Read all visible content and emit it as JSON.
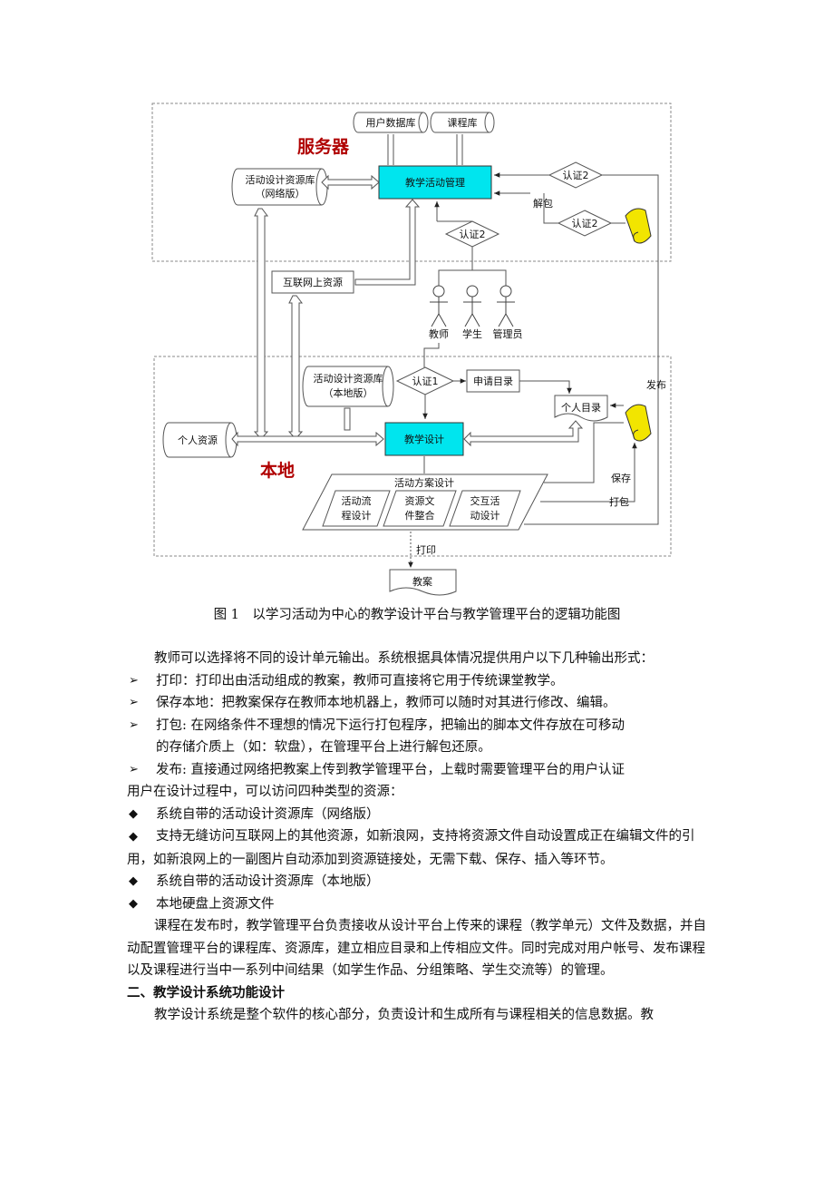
{
  "diagram": {
    "server_title": "服务器",
    "local_title": "本地",
    "user_db": "用户数据库",
    "course_db": "课程库",
    "teaching_mgmt": "教学活动管理",
    "res_net_line1": "活动设计资源库",
    "res_net_line2": "（网络版）",
    "auth2_right_top": "认证2",
    "unpack": "解包",
    "auth2_right_bottom": "认证2",
    "auth2_center": "认证2",
    "internet_res": "互联网上资源",
    "teacher": "教师",
    "student": "学生",
    "admin": "管理员",
    "res_local_line1": "活动设计资源库",
    "res_local_line2": "（本地版）",
    "auth1": "认证1",
    "apply_dir": "申请目录",
    "personal_dir": "个人目录",
    "publish": "发布",
    "personal_res": "个人资源",
    "teaching_design": "教学设计",
    "save": "保存",
    "activity_plan": "活动方案设计",
    "flow_line1": "活动流",
    "flow_line2": "程设计",
    "res_line1": "资源文",
    "res_line2": "件整合",
    "inter_line1": "交互活",
    "inter_line2": "动设计",
    "pack": "打包",
    "print": "打印",
    "lesson_plan": "教案"
  },
  "caption": "图 1　以学习活动为中心的教学设计平台与教学管理平台的逻辑功能图",
  "body": {
    "intro": "教师可以选择将不同的设计单元输出。系统根据具体情况提供用户以下几种输出形式：",
    "arrow_marker": "➢",
    "diamond_marker": "◆",
    "out1": "打印：打印出由活动组成的教案，教师可直接将它用于传统课堂教学。",
    "out2": "保存本地：把教案保存在教师本地机器上，教师可以随时对其进行修改、编辑。",
    "out3_line1": "打包: 在网络条件不理想的情况下运行打包程序，把输出的脚本文件存放在可移动",
    "out3_line2": "的存储介质上（如：软盘），在管理平台上进行解包还原。",
    "out4": "发布: 直接通过网络把教案上传到教学管理平台，上载时需要管理平台的用户认证",
    "access_intro": "用户在设计过程中，可以访问四种类型的资源：",
    "res1": "系统自带的活动设计资源库（网络版）",
    "res2": "支持无缝访问互联网上的其他资源，如新浪网，支持将资源文件自动设置成正在编辑文件的引用，如新浪网上的一副图片自动添加到资源链接处，无需下载、保存、插入等环节。",
    "res3": "系统自带的活动设计资源库（本地版）",
    "res4": "本地硬盘上资源文件",
    "para_publish": "课程在发布时，教学管理平台负责接收从设计平台上传来的课程（教学单元）文件及数据，并自动配置管理平台的课程库、资源库，建立相应目录和上传相应文件。同时完成对用户帐号、发布课程以及课程进行当中一系列中间结果（如学生作品、分组策略、学生交流等）的管理。",
    "heading2": "二、教学设计系统功能设计",
    "para_last": "教学设计系统是整个软件的核心部分，负责设计和生成所有与课程相关的信息数据。教"
  },
  "colors": {
    "highlight_box": "#00e5ee",
    "scroll_yellow": "#f2e500",
    "title_red": "#b00000"
  }
}
